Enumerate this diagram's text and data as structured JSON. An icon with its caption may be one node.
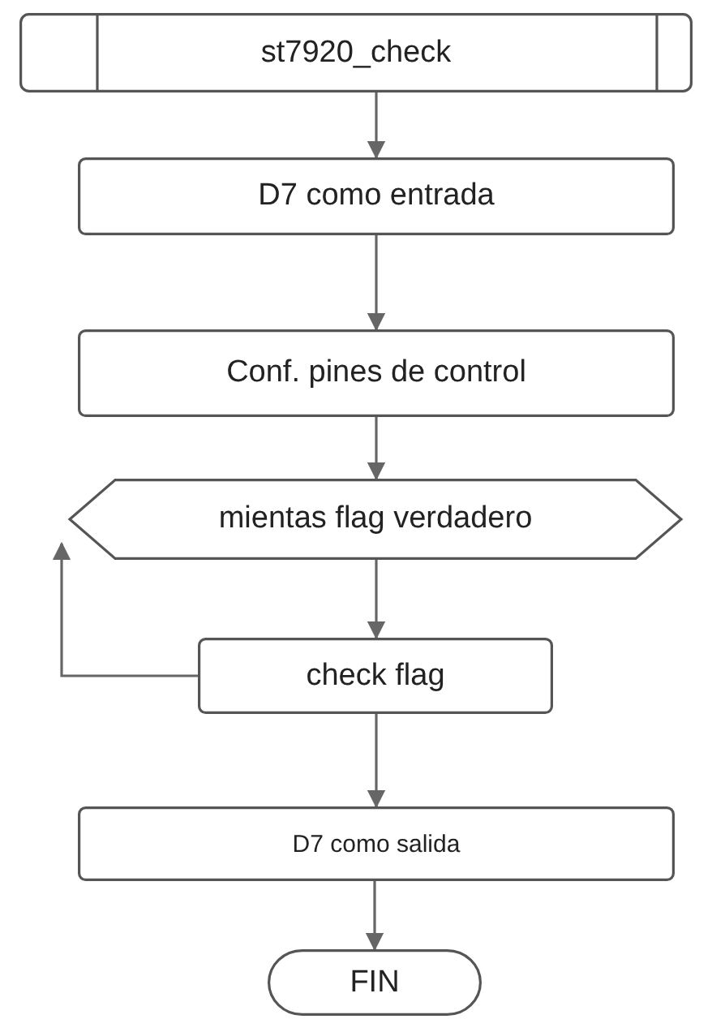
{
  "diagram": {
    "nodes": [
      {
        "text": [
          "st7920_check"
        ]
      },
      {
        "text": [
          "D7 como entrada"
        ]
      },
      {
        "text": [
          "Conf. pines de control"
        ]
      },
      {
        "text": [
          "mientas flag verdadero"
        ]
      },
      {
        "text": [
          "check flag"
        ]
      },
      {
        "text": [
          "D7 como salida"
        ]
      },
      {
        "text": [
          "FIN"
        ]
      }
    ],
    "edges": [
      {
        "from": 0,
        "to": 1,
        "arrow": "to"
      },
      {
        "from": 1,
        "to": 2,
        "arrow": "to"
      },
      {
        "from": 2,
        "to": 3,
        "arrow": "to"
      },
      {
        "from": 3,
        "to": 4,
        "arrow": "to"
      },
      {
        "from": 4,
        "to": 3,
        "arrow": "to"
      },
      {
        "from": 4,
        "to": 5,
        "arrow": "to"
      },
      {
        "from": 5,
        "to": 6,
        "arrow": "to"
      }
    ]
  }
}
